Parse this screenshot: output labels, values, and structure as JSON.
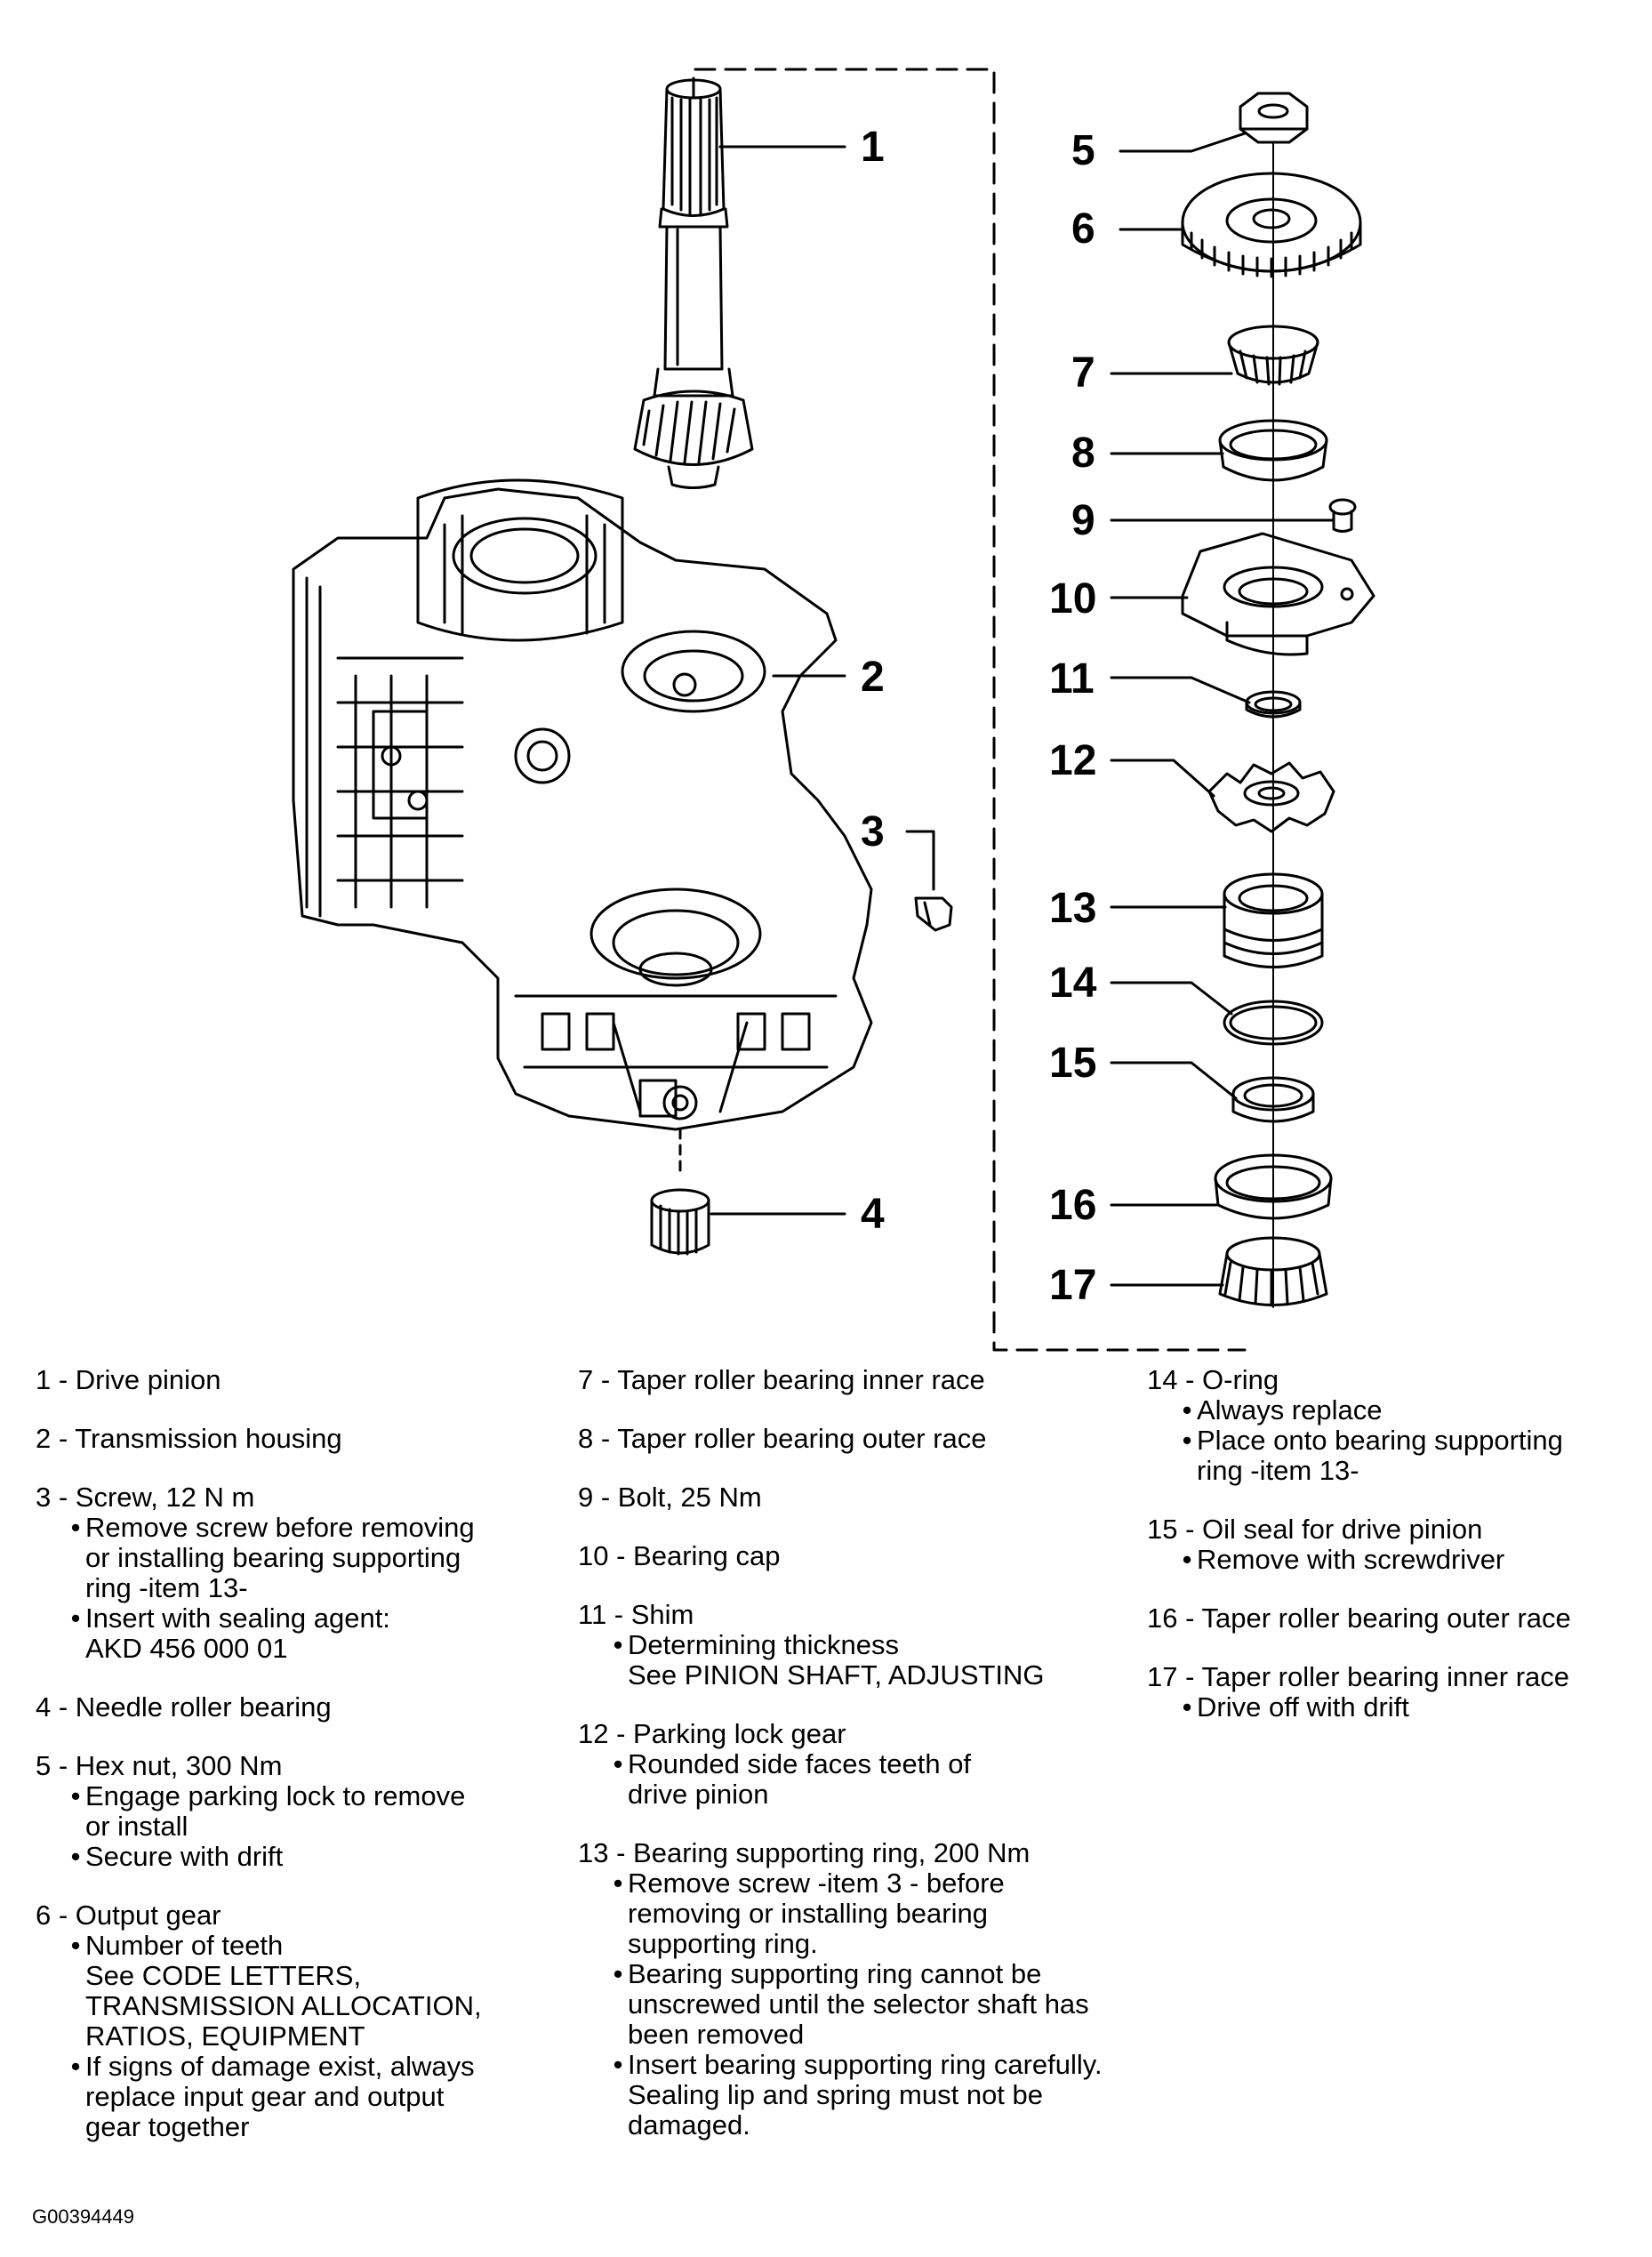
{
  "figure_id": "G00394449",
  "callouts": [
    "1",
    "2",
    "3",
    "4",
    "5",
    "6",
    "7",
    "8",
    "9",
    "10",
    "11",
    "12",
    "13",
    "14",
    "15",
    "16",
    "17"
  ],
  "legend": {
    "col1": [
      {
        "head": "1 - Drive pinion",
        "subs": []
      },
      {
        "head": "2 - Transmission housing",
        "subs": []
      },
      {
        "head": "3 - Screw, 12 N m",
        "subs": [
          {
            "b": "•",
            "t": "Remove screw before removing"
          },
          {
            "b": "",
            "t": "or installing bearing supporting"
          },
          {
            "b": "",
            "t": "ring -item 13-"
          },
          {
            "b": "•",
            "t": "Insert with sealing agent:"
          },
          {
            "b": "",
            "t": "AKD 456 000 01"
          }
        ]
      },
      {
        "head": "4 - Needle roller bearing",
        "subs": []
      },
      {
        "head": "5 - Hex nut, 300 Nm",
        "subs": [
          {
            "b": "•",
            "t": "Engage parking lock to remove"
          },
          {
            "b": "",
            "t": "or install"
          },
          {
            "b": "•",
            "t": "Secure with drift"
          }
        ]
      },
      {
        "head": "6 - Output gear",
        "subs": [
          {
            "b": "•",
            "t": "Number of teeth"
          },
          {
            "b": "",
            "t": "See CODE LETTERS,"
          },
          {
            "b": "",
            "t": "TRANSMISSION ALLOCATION,"
          },
          {
            "b": "",
            "t": "RATIOS, EQUIPMENT"
          },
          {
            "b": "•",
            "t": "If signs of damage exist, always"
          },
          {
            "b": "",
            "t": "replace input gear and output"
          },
          {
            "b": "",
            "t": "gear together"
          }
        ]
      }
    ],
    "col2": [
      {
        "head": "7 - Taper roller bearing inner race",
        "subs": []
      },
      {
        "head": "8 - Taper roller bearing outer race",
        "subs": []
      },
      {
        "head": "9 - Bolt, 25 Nm",
        "subs": []
      },
      {
        "head": "10 - Bearing cap",
        "subs": []
      },
      {
        "head": "11 - Shim",
        "subs": [
          {
            "b": "•",
            "t": "Determining thickness"
          },
          {
            "b": "",
            "t": "See PINION SHAFT, ADJUSTING"
          }
        ]
      },
      {
        "head": "12 - Parking lock gear",
        "subs": [
          {
            "b": "•",
            "t": "Rounded side faces teeth of"
          },
          {
            "b": "",
            "t": "drive pinion"
          }
        ]
      },
      {
        "head": "13 - Bearing supporting ring, 200 Nm",
        "subs": [
          {
            "b": "•",
            "t": "Remove screw -item 3 - before"
          },
          {
            "b": "",
            "t": "removing or installing bearing"
          },
          {
            "b": "",
            "t": "supporting ring."
          },
          {
            "b": "•",
            "t": "Bearing supporting ring cannot be"
          },
          {
            "b": "",
            "t": "unscrewed until the selector shaft has"
          },
          {
            "b": "",
            "t": "been removed"
          },
          {
            "b": "•",
            "t": "Insert bearing supporting ring carefully."
          },
          {
            "b": "",
            "t": "Sealing lip and spring must not be"
          },
          {
            "b": "",
            "t": "damaged."
          }
        ]
      }
    ],
    "col3": [
      {
        "head": "14 - O-ring",
        "subs": [
          {
            "b": "•",
            "t": "Always replace"
          },
          {
            "b": "•",
            "t": "Place onto bearing supporting"
          },
          {
            "b": "",
            "t": "ring -item 13-"
          }
        ]
      },
      {
        "head": "15 - Oil seal for drive pinion",
        "subs": [
          {
            "b": "•",
            "t": "Remove with screwdriver"
          }
        ]
      },
      {
        "head": "16 - Taper roller bearing outer race",
        "subs": []
      },
      {
        "head": "17 - Taper roller bearing inner race",
        "subs": [
          {
            "b": "•",
            "t": "Drive off with drift"
          }
        ]
      }
    ]
  }
}
